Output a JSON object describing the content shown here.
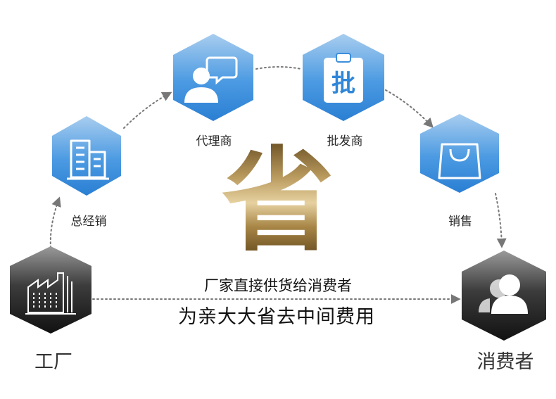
{
  "colors": {
    "blue_hex_top": "#a8cdef",
    "blue_hex_bottom": "#2a7fd3",
    "dark_hex_top": "#9a9a9a",
    "dark_hex_bottom": "#111111",
    "connector": "#777777",
    "gold": "#b99a5e"
  },
  "nodes": {
    "factory": {
      "label": "工厂",
      "icon": "factory-icon"
    },
    "general_distributor": {
      "label": "总经销",
      "icon": "office-building-icon"
    },
    "agent": {
      "label": "代理商",
      "icon": "person-chat-icon"
    },
    "wholesaler": {
      "label": "批发商",
      "icon": "wholesale-clipboard-icon"
    },
    "retail": {
      "label": "销售",
      "icon": "shopping-bag-icon"
    },
    "consumer": {
      "label": "消费者",
      "icon": "users-icon"
    }
  },
  "clipboard_char": "批",
  "big_char": "省",
  "tagline": "厂家直接供货给消费者",
  "slogan": "为亲大大省去中间费用"
}
